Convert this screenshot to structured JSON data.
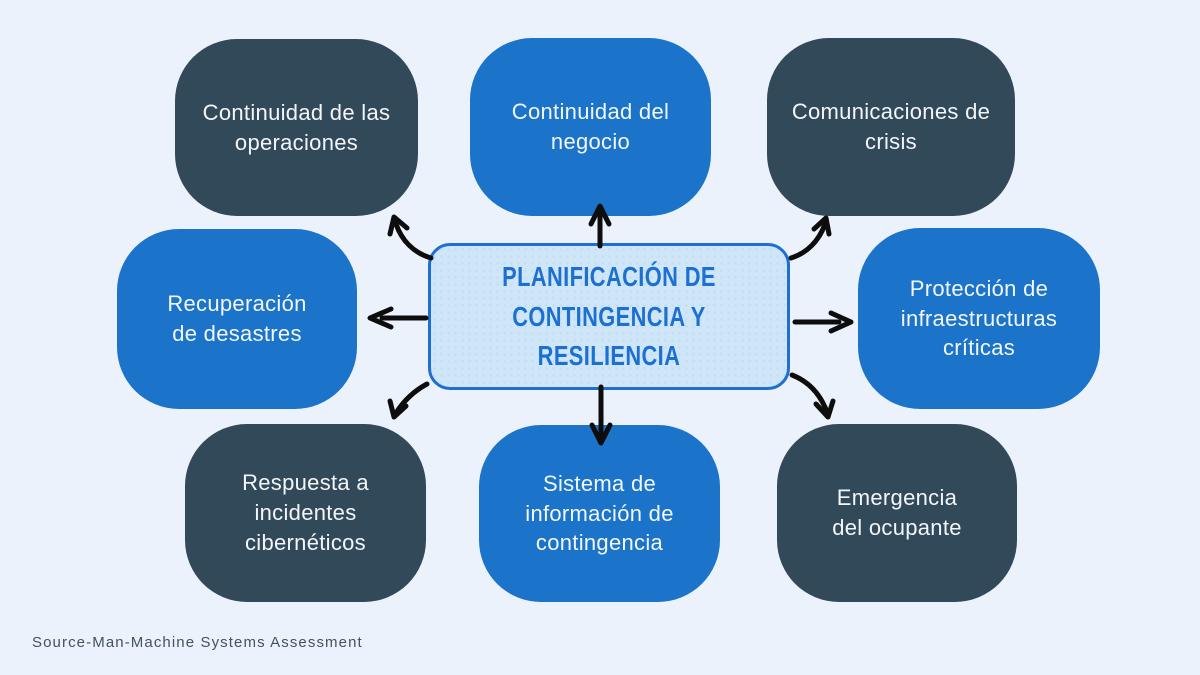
{
  "colors": {
    "background": "#ebf2fb",
    "node_blue": "#1b74c9",
    "node_dark": "#32495a",
    "center_fill": "#cfe5f8",
    "center_border": "#1e6fd1",
    "center_text": "#1b70d2",
    "node_text": "#f3f6f8",
    "arrow": "#0d0d0d",
    "footer_text": "#44515f"
  },
  "center": {
    "label": "PLANIFICACIÓN DE\nCONTINGENCIA Y RESILIENCIA"
  },
  "nodes": [
    {
      "id": "continuidad-operaciones",
      "label": "Continuidad de las\noperaciones",
      "variant": "dark"
    },
    {
      "id": "continuidad-negocio",
      "label": "Continuidad del\nnegocio",
      "variant": "blue"
    },
    {
      "id": "comunicaciones-crisis",
      "label": "Comunicaciones de\ncrisis",
      "variant": "dark"
    },
    {
      "id": "recuperacion-desastres",
      "label": "Recuperación\nde desastres",
      "variant": "blue"
    },
    {
      "id": "proteccion-infraestructuras",
      "label": "Protección de\ninfraestructuras\ncríticas",
      "variant": "blue"
    },
    {
      "id": "respuesta-incidentes",
      "label": "Respuesta a\nincidentes\ncibernéticos",
      "variant": "dark"
    },
    {
      "id": "sistema-informacion",
      "label": "Sistema de\ninformación de\ncontingencia",
      "variant": "blue"
    },
    {
      "id": "emergencia-ocupante",
      "label": "Emergencia\ndel ocupante",
      "variant": "dark"
    }
  ],
  "footer": {
    "source": "Source-Man-Machine Systems Assessment"
  }
}
